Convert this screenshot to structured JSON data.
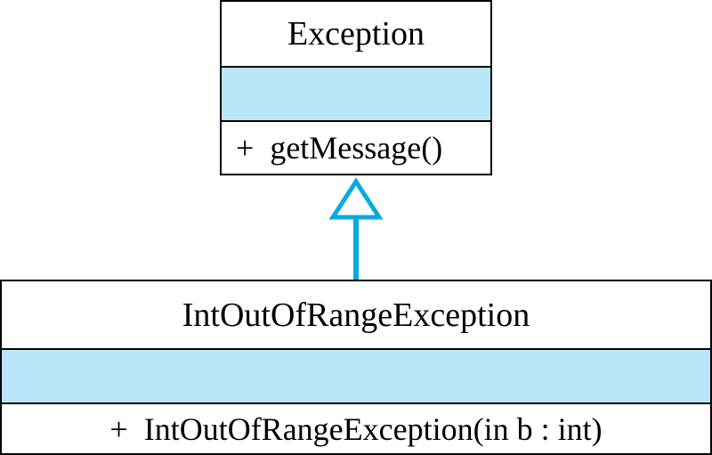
{
  "diagram": {
    "type": "uml-class-diagram",
    "colors": {
      "attribute_fill": "#b9e5f8",
      "arrow": "#0aa9e0",
      "border": "#000000"
    },
    "classes": [
      {
        "name": "Exception",
        "attributes": [],
        "operations": [
          {
            "visibility": "+",
            "signature": "getMessage()"
          }
        ]
      },
      {
        "name": "IntOutOfRangeException",
        "attributes": [],
        "operations": [
          {
            "visibility": "+",
            "signature": "IntOutOfRangeException(in b : int)"
          }
        ]
      }
    ],
    "relationships": [
      {
        "type": "generalization",
        "from": "IntOutOfRangeException",
        "to": "Exception"
      }
    ]
  }
}
